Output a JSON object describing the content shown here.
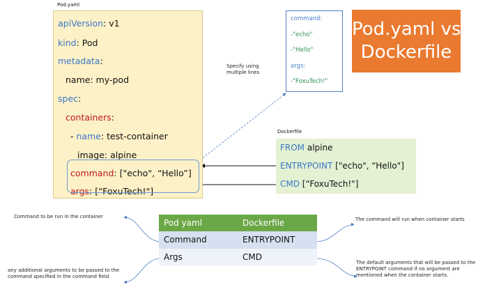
{
  "pod_panel": {
    "caption": "Pod.yaml",
    "lines": {
      "api_key": "apiVersion",
      "api_val": ": v1",
      "kind_key": "kind",
      "kind_val": ": Pod",
      "metadata_key": "metadata",
      "metadata_val": ":",
      "name_key": "name: my-pod",
      "spec_key": "spec",
      "spec_val": ":",
      "containers_key": "containers",
      "containers_val": ":",
      "cname_prefix": "- ",
      "cname_key": "name",
      "cname_val": ": test-container",
      "image_key": "image: alpine",
      "command_key": "command",
      "command_val": ": [\"echo\", “Hello”]",
      "args_key": "args",
      "args_val": ": [“FoxuTech!\"]"
    }
  },
  "command_box": {
    "command_label": "command:",
    "item1": "-\"echo\"",
    "item2": "-\"Hello\"",
    "args_label": "args:",
    "item3": "-\"FoxuTech!\""
  },
  "title": {
    "line1": "Pod.yaml vs",
    "line2": "Dockerfile"
  },
  "annotation_multiline": "Specify using multiple lines",
  "docker_panel": {
    "caption": "Dockerfile",
    "from_kw": "FROM",
    "from_val": " alpine",
    "entry_kw": "ENTRYPOINT",
    "entry_val": " [\"echo\", “Hello\"]",
    "cmd_kw": "CMD",
    "cmd_val": " [“FoxuTech!\"]"
  },
  "comparison_table": {
    "headers": [
      "Pod yaml",
      "Dockerfile"
    ],
    "rows": [
      [
        "Command",
        "ENTRYPOINT"
      ],
      [
        "Args",
        "CMD"
      ]
    ]
  },
  "annotations": {
    "command_left": "Command to be run in the container",
    "args_left": "any additional arguments to be passed to the command specified in the command field",
    "entrypoint_right": "The command will run when container starts",
    "cmd_right": "The default arguments that will be passed to the ENTRYPOINT command if no argument are mentioned when the container starts."
  },
  "colors": {
    "pod_bg": "#fdf1c7",
    "docker_bg": "#e4f1d3",
    "title_bg": "#ea7a30",
    "key_blue": "#3a77c6",
    "key_red": "#c0161b",
    "header_green": "#6aa746"
  }
}
